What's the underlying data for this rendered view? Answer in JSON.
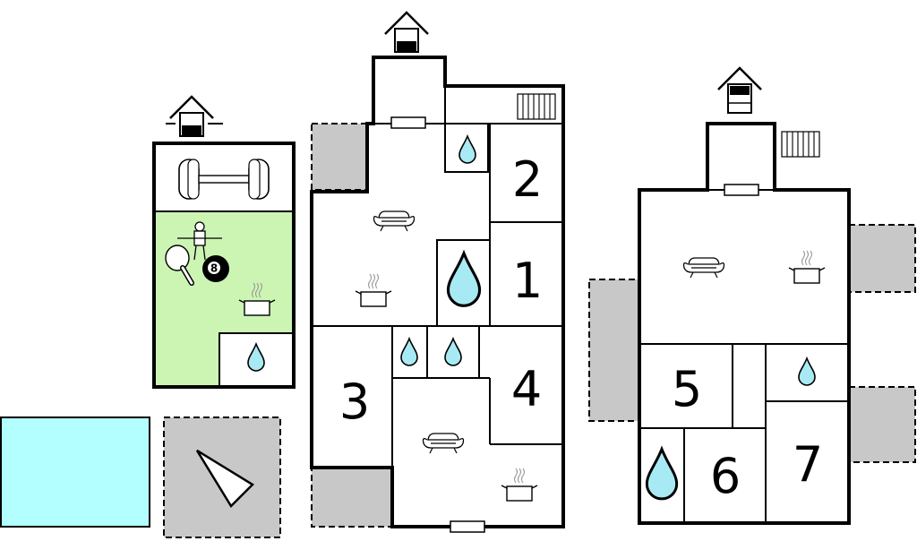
{
  "room_numbers": {
    "r1": "1",
    "r2": "2",
    "r3": "3",
    "r4": "4",
    "r5": "5",
    "r6": "6",
    "r7": "7"
  },
  "billiard_ball_label": "8",
  "colors": {
    "wall": "#000000",
    "terrace": "#c8c8c8",
    "pool": "#b3ffff",
    "game_room": "#ccf5b3",
    "water_drop": "#a8eaf3"
  },
  "icons": [
    "entrance-house-icon",
    "dumbbell-icon",
    "foosball-player-icon",
    "ping-pong-paddle-icon",
    "billiard-ball-icon",
    "cooking-pot-icon",
    "sofa-icon",
    "water-drop-icon",
    "radiator-icon",
    "compass-arrow-icon"
  ]
}
